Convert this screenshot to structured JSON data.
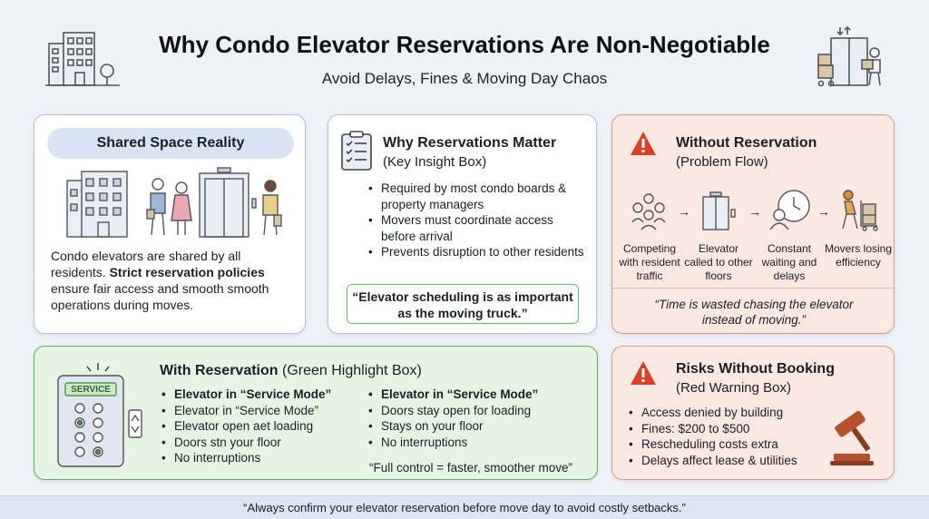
{
  "header": {
    "title": "Why Condo Elevator Reservations Are Non-Negotiable",
    "subtitle": "Avoid Delays, Fines & Moving Day Chaos"
  },
  "shared_space": {
    "title": "Shared Space Reality",
    "text_pre": "Condo elevators are shared by all residents.",
    "text_bold": "Strict reservation policies",
    "text_post": "ensure fair access and smooth smooth operations during moves."
  },
  "why_matter": {
    "title": "Why Reservations Matter",
    "subtitle": "(Key Insight Box)",
    "bullets": [
      "Required by most condo boards & property managers",
      "Movers must coordinate access before arrival",
      "Prevents disruption to other residents"
    ],
    "quote": "“Elevator scheduling is as important as the moving truck.”"
  },
  "without": {
    "title": "Without Reservation",
    "subtitle": "(Problem Flow)",
    "steps": [
      "Competing with resident traffic",
      "Elevator called to other floors",
      "Constant waiting and delays",
      "Movers losing efficiency"
    ],
    "quote": "“Time is wasted chasing the elevator instead of moving.”"
  },
  "with_res": {
    "title_bold": "With Reservation",
    "title_rest": "(Green Highlight Box)",
    "service_label": "SERVICE",
    "col1": [
      "Elevator in  “Service Mode”",
      "Elevator in “Service Mode”",
      "Elevator open aet loading",
      "Doors stn your floor",
      "No interruptions"
    ],
    "col2_heading": "Elevator in “Service Mode”",
    "col2": [
      "Doors stay open for loading",
      "Stays on your floor",
      "No interruptions"
    ],
    "quote": "“Full control = faster, smoother move”"
  },
  "risks": {
    "title": "Risks Without Booking",
    "subtitle": "(Red Warning Box)",
    "bullets": [
      "Access denied by building",
      "Fines: $200 to $500",
      "Rescheduling costs extra",
      "Delays affect lease & utilities"
    ]
  },
  "footer": "“Always confirm your elevator reservation before move day to avoid costly setbacks.”"
}
